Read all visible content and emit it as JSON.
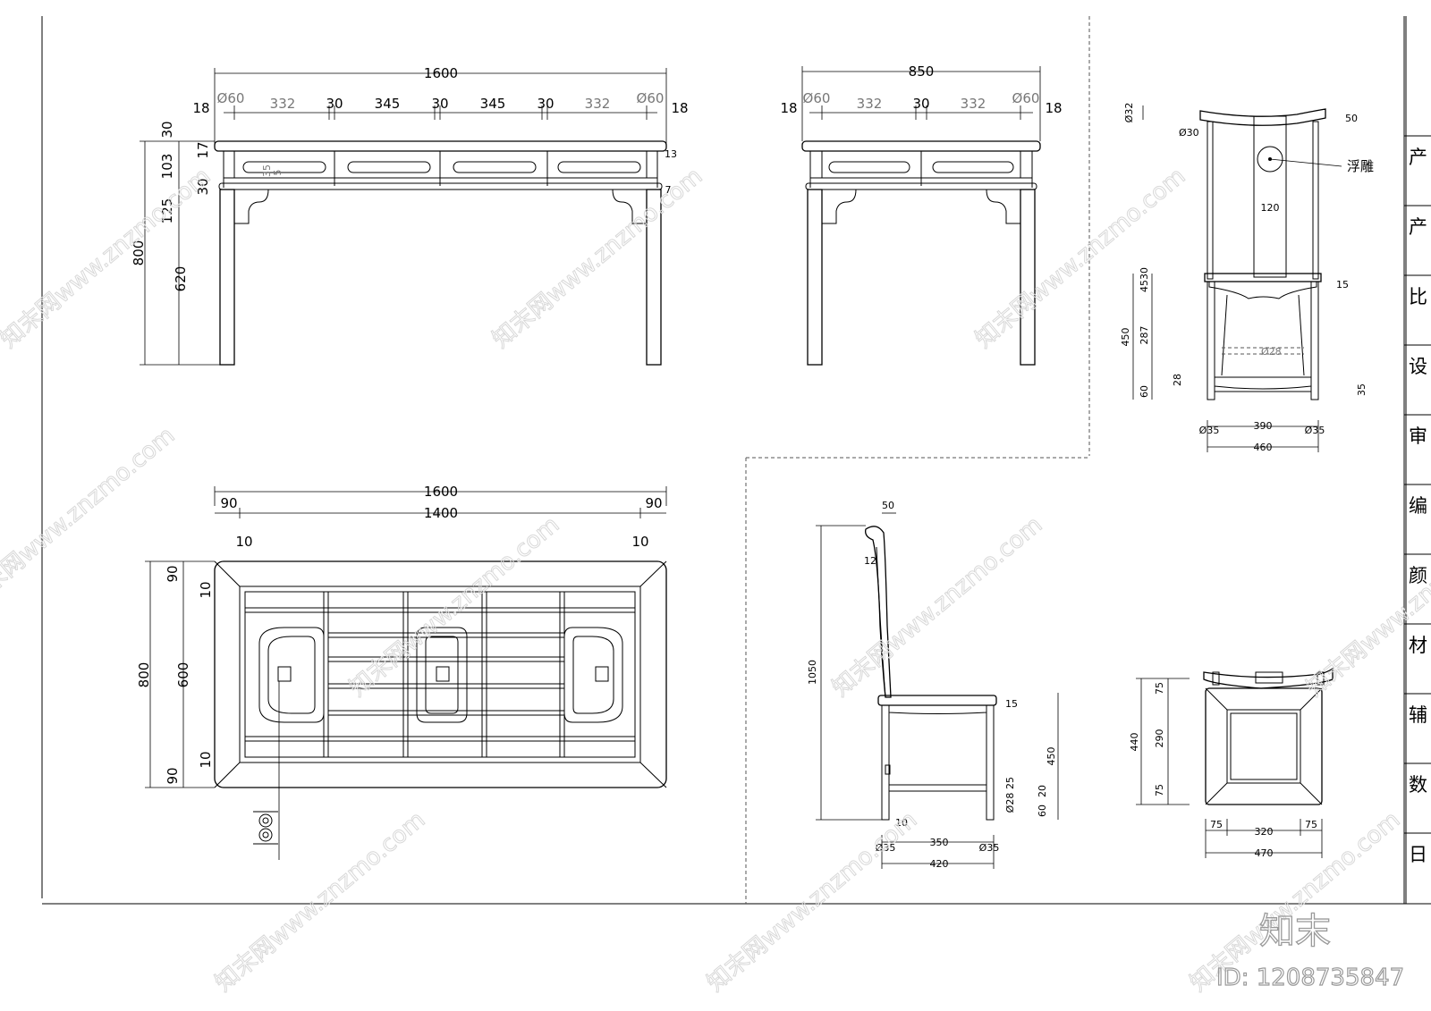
{
  "front_view": {
    "overall": "1600",
    "segments": [
      "Ø60",
      "332",
      "30",
      "345",
      "30",
      "345",
      "30",
      "332",
      "Ø60"
    ],
    "edge_left": "18",
    "edge_right": "18",
    "heights": {
      "total": "800",
      "top": "30",
      "apron": "103",
      "apron_total": "125",
      "leg": "620",
      "a": "17",
      "b": "30"
    },
    "small": {
      "a": "35",
      "b": "5",
      "c": "13",
      "d": "7"
    }
  },
  "side_view": {
    "overall": "850",
    "segments": [
      "Ø60",
      "332",
      "30",
      "332",
      "Ø60"
    ],
    "edge_left": "18",
    "edge_right": "18"
  },
  "plan_view": {
    "overall": "1600",
    "inner": "1400",
    "margin_left": "90",
    "margin_right": "90",
    "frame_left": "10",
    "frame_right": "10",
    "height": "800",
    "height_inner": "600",
    "margin_top": "90",
    "margin_bottom": "90",
    "frame_top": "10",
    "frame_bottom": "10"
  },
  "chair_front": {
    "top_d": "Ø32",
    "post_d": "Ø30",
    "ear": "50",
    "carving_label": "浮雕",
    "splat_w": "120",
    "h_total": "450",
    "h_a": "45",
    "h_b": "30",
    "h_c": "287",
    "h_d": "28",
    "h_e": "60",
    "h_f": "15",
    "stretcher_d": "Ø28",
    "foot": "35",
    "leg_l": "Ø35",
    "leg_r": "Ø35",
    "w_inner": "390",
    "w_total": "460"
  },
  "chair_side": {
    "top": "50",
    "back": "12",
    "h_total": "1050",
    "seat_t": "15",
    "seat_h": "450",
    "s_a": "25",
    "s_b": "Ø28",
    "s_c": "20",
    "s_d": "60",
    "foot": "10",
    "leg_l": "Ø35",
    "leg_r": "Ø35",
    "w_inner": "350",
    "w_total": "420"
  },
  "chair_plan": {
    "d_total": "440",
    "d_a": "75",
    "d_b": "290",
    "d_c": "75",
    "w_a": "75",
    "w_b": "320",
    "w_c": "75",
    "w_total": "470"
  },
  "title_block": [
    "产",
    "产",
    "比",
    "设",
    "审",
    "编",
    "颜",
    "材",
    "辅",
    "数",
    "日"
  ],
  "watermark": "知末网www.znzmo.com",
  "logo": "知末",
  "id_text": "ID: 1208735847"
}
